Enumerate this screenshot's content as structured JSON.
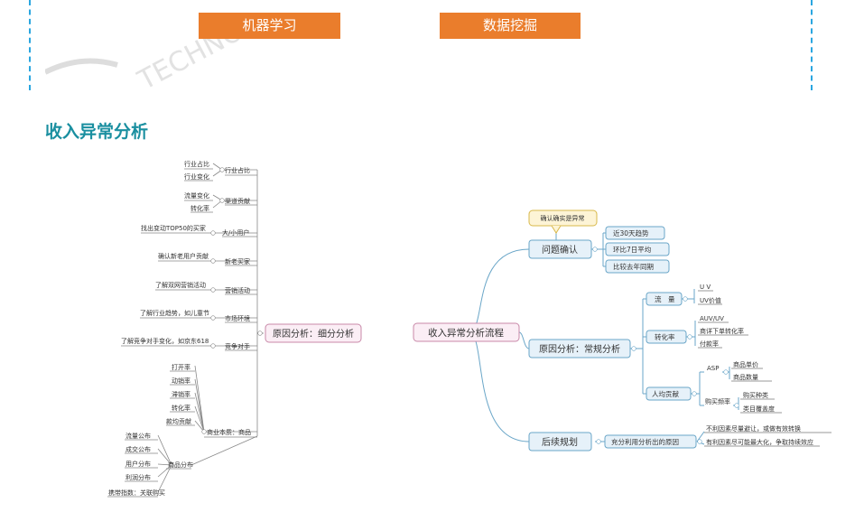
{
  "tabs": [
    {
      "label": "机器学习"
    },
    {
      "label": "数据挖掘"
    }
  ],
  "watermark": {
    "text": "TECHNO"
  },
  "section": {
    "title": "收入异常分析"
  },
  "left_map": {
    "root": "原因分析：细分分析",
    "branches": [
      {
        "label": "行业占比",
        "leaves": [
          "行业占比",
          "行业变化"
        ]
      },
      {
        "label": "渠道贡献",
        "leaves": [
          "流量变化",
          "转化率"
        ]
      },
      {
        "label": "大/小用户",
        "leaves": [
          "找出变动TOP50的买家"
        ]
      },
      {
        "label": "新老买家",
        "leaves": [
          "确认新老用户贡献"
        ]
      },
      {
        "label": "营销活动",
        "leaves": [
          "了解双网营销活动"
        ]
      },
      {
        "label": "市场环境",
        "leaves": [
          "了解行业趋势，如儿童节"
        ]
      },
      {
        "label": "竞争对手",
        "leaves": [
          "了解竞争对手变化，如京东618"
        ]
      },
      {
        "label": "商业本质：商品",
        "leaves": [
          "打开率",
          "动销率",
          "滞销率",
          "转化率",
          "款均贡献"
        ]
      },
      {
        "label": "商品分布",
        "leaves": [
          "流量公布",
          "成交公布",
          "用户分布",
          "利润分布",
          "携带指数：关联购买"
        ]
      }
    ]
  },
  "right_map": {
    "root": "收入异常分析流程",
    "callout": "确认确实是异常",
    "b1": {
      "label": "问题确认",
      "leaves": [
        "近30天趋势",
        "环比7日平均",
        "比较去年同期"
      ]
    },
    "b2": {
      "label": "原因分析：常规分析",
      "flow": {
        "label": "流　量",
        "leaves": [
          "U V",
          "UV价值"
        ]
      },
      "conv": {
        "label": "转化率",
        "leaves": [
          "AUV/UV",
          "商详下单转化率",
          "付款率"
        ]
      },
      "per": {
        "label": "人均贡献",
        "asp": {
          "label": "ASP",
          "leaves": [
            "商品单价",
            "商品数量"
          ]
        },
        "buy": {
          "label": "购买频率",
          "leaves": [
            "购买种类",
            "类目覆盖度"
          ]
        }
      }
    },
    "b3": {
      "label": "后续规划",
      "mid": "充分利用分析出的原因",
      "leaves": [
        "不利因素尽量避让，或做有效转换",
        "有利因素尽可能最大化，争取持续效应"
      ]
    }
  }
}
